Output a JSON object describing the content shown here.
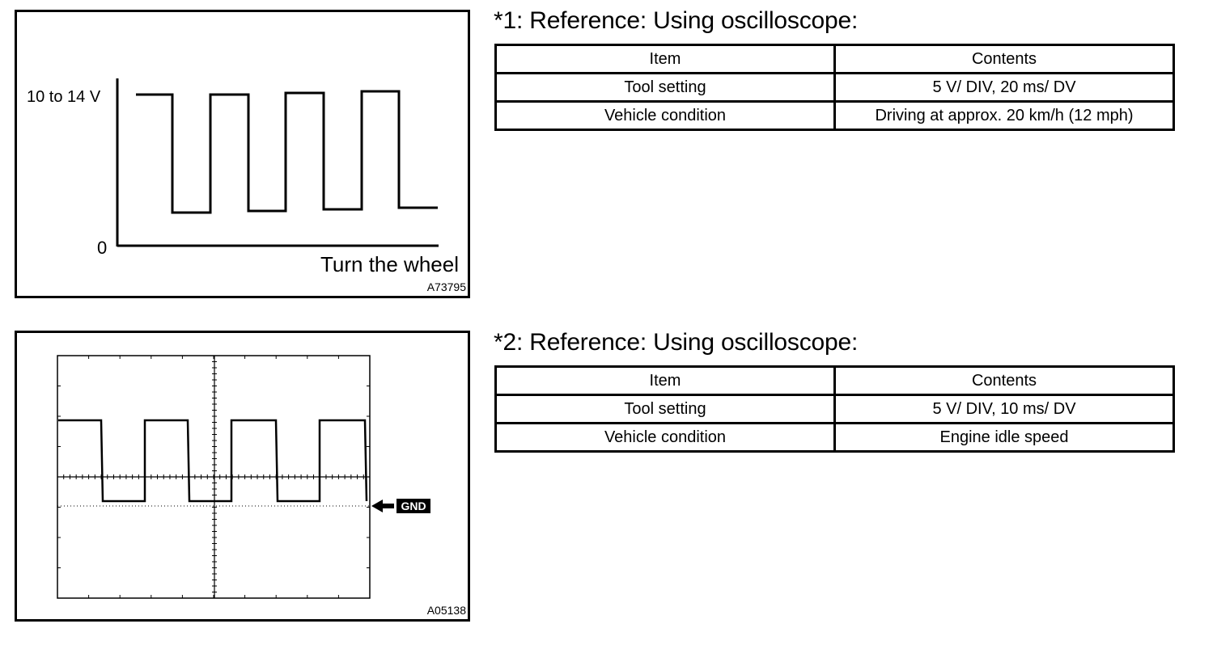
{
  "figure1": {
    "y_high_label": "10 to 14 V",
    "y_zero_label": "0",
    "x_label": "Turn the wheel",
    "code": "A73795"
  },
  "figure2": {
    "gnd_label": "GND",
    "code": "A05138"
  },
  "section1": {
    "heading": "*1: Reference: Using oscilloscope:",
    "header": {
      "item": "Item",
      "contents": "Contents"
    },
    "rows": [
      {
        "item": "Tool setting",
        "contents": "5 V/ DIV, 20 ms/ DV"
      },
      {
        "item": "Vehicle condition",
        "contents": "Driving at approx. 20 km/h (12 mph)"
      }
    ]
  },
  "section2": {
    "heading": "*2: Reference: Using oscilloscope:",
    "header": {
      "item": "Item",
      "contents": "Contents"
    },
    "rows": [
      {
        "item": "Tool setting",
        "contents": "5 V/ DIV, 10 ms/ DV"
      },
      {
        "item": "Vehicle condition",
        "contents": "Engine idle speed"
      }
    ]
  }
}
